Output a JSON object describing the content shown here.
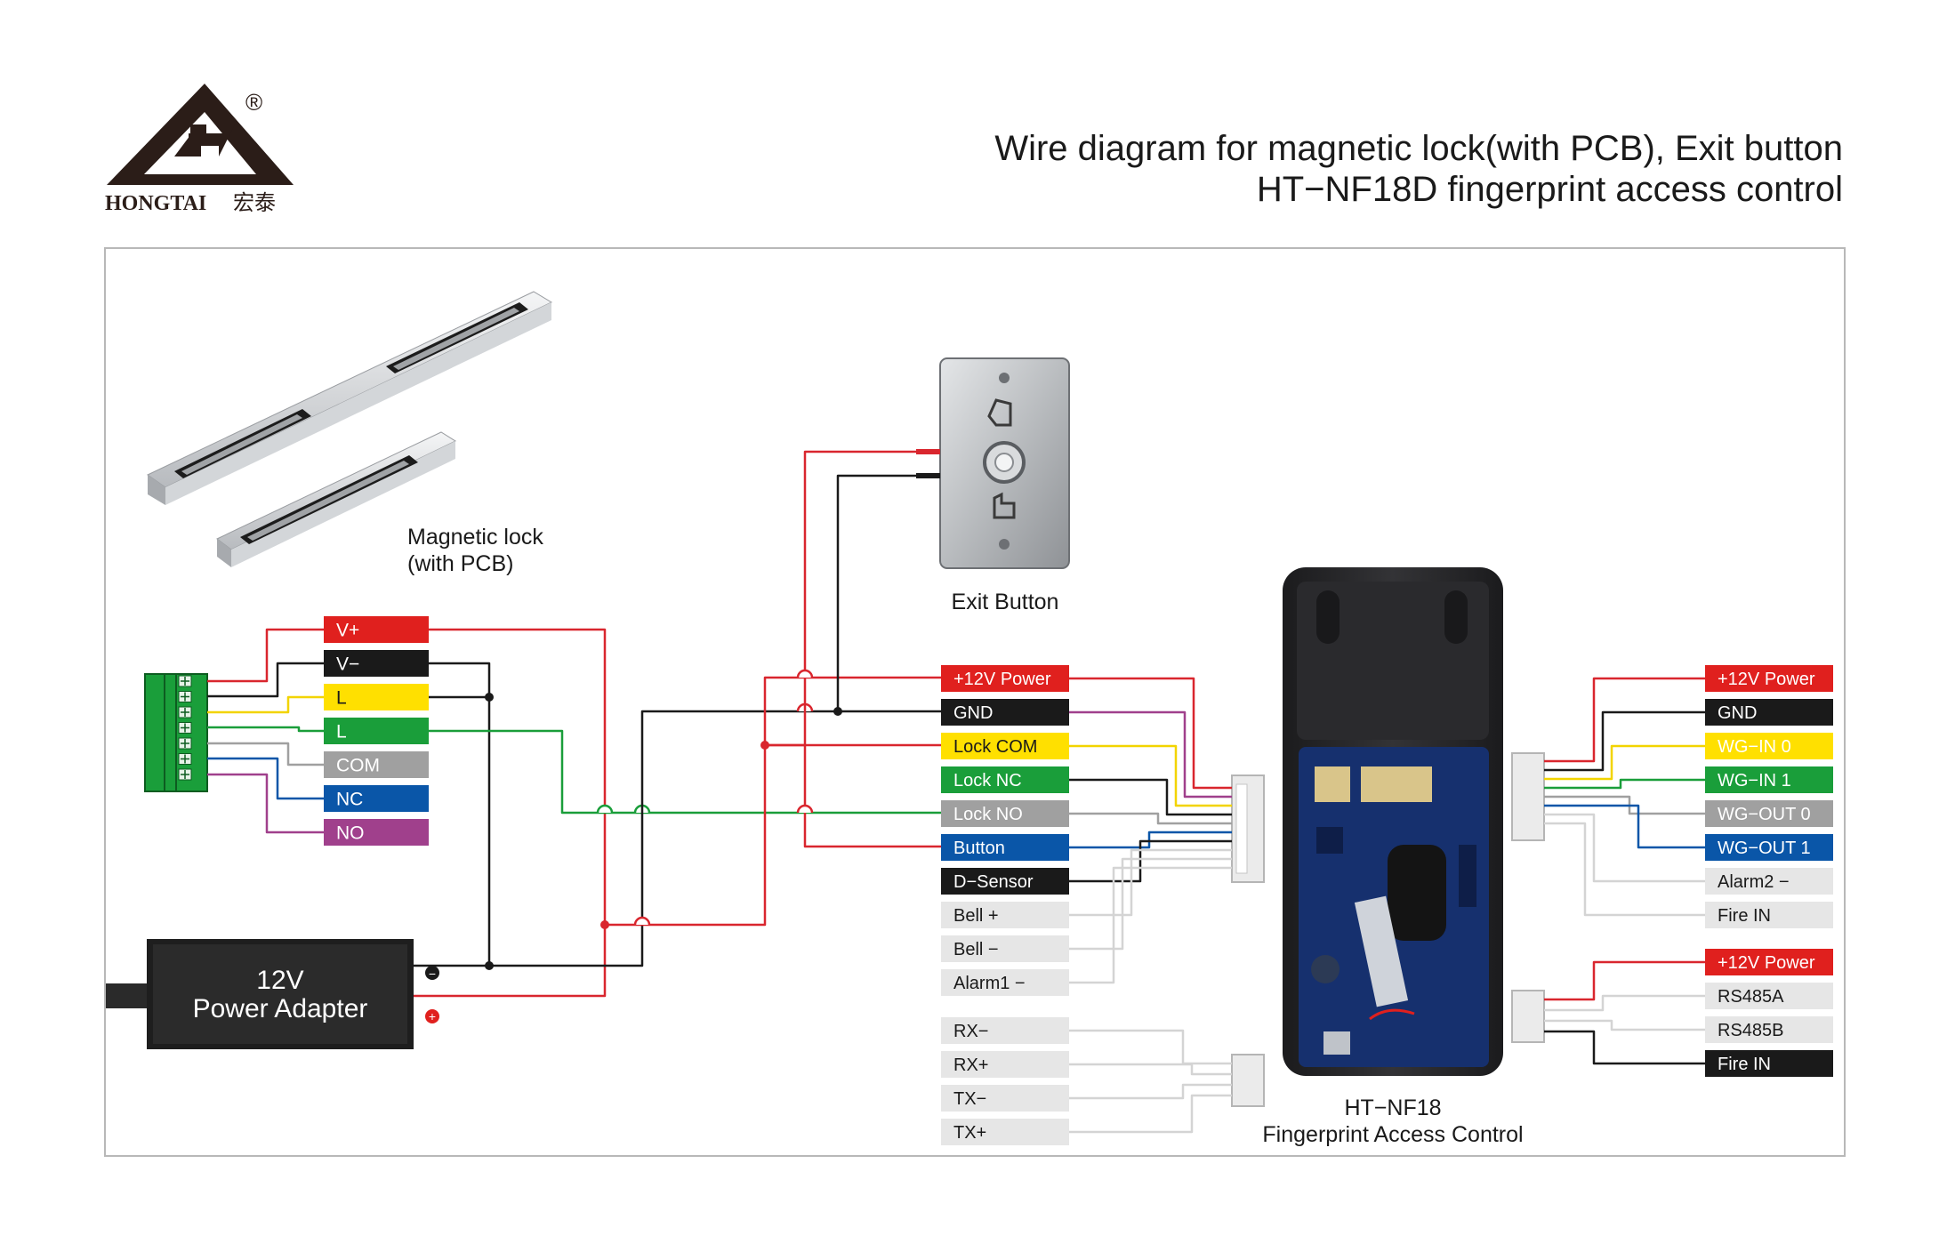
{
  "brand": {
    "name": "HONGTAI",
    "name_cn": "宏泰",
    "registered": "®"
  },
  "title": {
    "line1": "Wire diagram for magnetic lock(with PCB), Exit button",
    "line2": "HT−NF18D fingerprint access control"
  },
  "components": {
    "magnetic_lock": {
      "line1": "Magnetic lock",
      "line2": "(with PCB)"
    },
    "exit_button": {
      "label": "Exit Button"
    },
    "power_adapter": {
      "line1": "12V",
      "line2": "Power Adapter",
      "minus": "−",
      "plus": "+"
    },
    "device": {
      "line1": "HT−NF18",
      "line2": "Fingerprint Access Control"
    }
  },
  "lock_terminals": [
    {
      "label": "V+",
      "color": "#e0201e",
      "text_color": "#ffffff"
    },
    {
      "label": "V−",
      "color": "#1a1a1a",
      "text_color": "#ffffff"
    },
    {
      "label": "L",
      "color": "#ffe000",
      "text_color": "#1a1a1a"
    },
    {
      "label": "L",
      "color": "#1a9e3a",
      "text_color": "#ffffff"
    },
    {
      "label": "COM",
      "color": "#a0a0a0",
      "text_color": "#ffffff"
    },
    {
      "label": "NC",
      "color": "#0a56a8",
      "text_color": "#ffffff"
    },
    {
      "label": "NO",
      "color": "#a0408c",
      "text_color": "#ffffff"
    }
  ],
  "main_connector": [
    {
      "label": "+12V Power",
      "color": "#e0201e",
      "text_color": "#ffffff"
    },
    {
      "label": "GND",
      "color": "#1a1a1a",
      "text_color": "#ffffff"
    },
    {
      "label": "Lock COM",
      "color": "#ffe000",
      "text_color": "#1a1a1a"
    },
    {
      "label": "Lock NC",
      "color": "#1a9e3a",
      "text_color": "#ffffff"
    },
    {
      "label": "Lock NO",
      "color": "#a0a0a0",
      "text_color": "#ffffff"
    },
    {
      "label": "Button",
      "color": "#0a56a8",
      "text_color": "#ffffff"
    },
    {
      "label": "D−Sensor",
      "color": "#1a1a1a",
      "text_color": "#ffffff"
    },
    {
      "label": "Bell +",
      "color": "#e6e6e6",
      "text_color": "#1a1a1a"
    },
    {
      "label": "Bell −",
      "color": "#e6e6e6",
      "text_color": "#1a1a1a"
    },
    {
      "label": "Alarm1 −",
      "color": "#e6e6e6",
      "text_color": "#1a1a1a"
    }
  ],
  "serial_connector": [
    {
      "label": "RX−",
      "color": "#e6e6e6",
      "text_color": "#1a1a1a"
    },
    {
      "label": "RX+",
      "color": "#e6e6e6",
      "text_color": "#1a1a1a"
    },
    {
      "label": "TX−",
      "color": "#e6e6e6",
      "text_color": "#1a1a1a"
    },
    {
      "label": "TX+",
      "color": "#e6e6e6",
      "text_color": "#1a1a1a"
    }
  ],
  "wiegand_connector": [
    {
      "label": "+12V Power",
      "color": "#e0201e",
      "text_color": "#ffffff"
    },
    {
      "label": "GND",
      "color": "#1a1a1a",
      "text_color": "#ffffff"
    },
    {
      "label": "WG−IN 0",
      "color": "#ffe000",
      "text_color": "#ffffff"
    },
    {
      "label": "WG−IN 1",
      "color": "#1a9e3a",
      "text_color": "#ffffff"
    },
    {
      "label": "WG−OUT 0",
      "color": "#a0a0a0",
      "text_color": "#ffffff"
    },
    {
      "label": "WG−OUT 1",
      "color": "#0a56a8",
      "text_color": "#ffffff"
    },
    {
      "label": "Alarm2 −",
      "color": "#e6e6e6",
      "text_color": "#1a1a1a"
    },
    {
      "label": "Fire IN",
      "color": "#e6e6e6",
      "text_color": "#1a1a1a"
    }
  ],
  "rs485_connector": [
    {
      "label": "+12V Power",
      "color": "#e0201e",
      "text_color": "#ffffff"
    },
    {
      "label": "RS485A",
      "color": "#e6e6e6",
      "text_color": "#1a1a1a"
    },
    {
      "label": "RS485B",
      "color": "#e6e6e6",
      "text_color": "#1a1a1a"
    },
    {
      "label": "Fire IN",
      "color": "#1a1a1a",
      "text_color": "#ffffff"
    }
  ],
  "wire_colors": {
    "red": "#d9262e",
    "black": "#1a1a1a",
    "yellow": "#f2d400",
    "green": "#1a9e3a",
    "gray": "#a0a0a0",
    "blue": "#0a56a8",
    "purple": "#a0408c",
    "light": "#d4d4d4"
  }
}
